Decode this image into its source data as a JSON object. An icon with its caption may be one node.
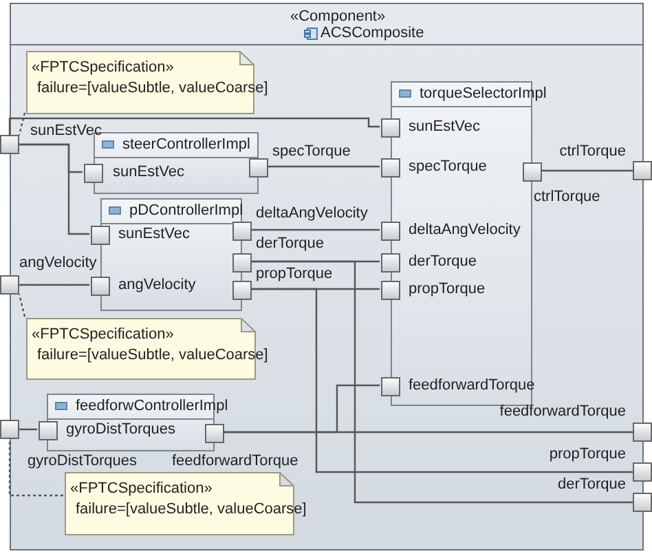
{
  "diagram": {
    "nodes": [
      {
        "text": [
          "«Component»",
          "ACSComposite"
        ]
      },
      {
        "text": [
          "«FPTCSpecification»",
          "failure=[valueSubtle, valueCoarse]"
        ],
        "in": 0
      },
      {
        "text": [],
        "shape": "box"
      },
      {
        "text": [
          "steerControllerImpl"
        ],
        "in": 0
      },
      {
        "text": [],
        "shape": "box",
        "in": 0
      },
      {
        "text": [],
        "shape": "box",
        "in": 0
      },
      {
        "text": [
          "torqueSelectorImpl"
        ],
        "in": 0
      },
      {
        "text": [],
        "shape": "box",
        "in": 0
      },
      {
        "text": [],
        "shape": "box",
        "in": 0
      },
      {
        "text": [],
        "shape": "box",
        "in": 0
      },
      {
        "text": [],
        "shape": "box",
        "in": 0
      },
      {
        "text": [],
        "shape": "box",
        "in": 0
      },
      {
        "text": [],
        "shape": "box",
        "in": 0
      },
      {
        "text": [],
        "shape": "box",
        "in": 0
      },
      {
        "text": [],
        "shape": "box"
      },
      {
        "text": [
          "pDControllerImpl"
        ],
        "in": 0
      },
      {
        "text": [],
        "shape": "box",
        "in": 0
      },
      {
        "text": [],
        "shape": "box",
        "in": 0
      },
      {
        "text": [],
        "shape": "box",
        "in": 0
      },
      {
        "text": [],
        "shape": "box",
        "in": 0
      },
      {
        "text": [],
        "shape": "box",
        "in": 0
      },
      {
        "text": [],
        "shape": "box"
      },
      {
        "text": [
          "«FPTCSpecification»",
          "failure=[valueSubtle, valueCoarse]"
        ],
        "in": 0
      },
      {
        "text": [
          "feedforwControllerImpl"
        ],
        "in": 0
      },
      {
        "text": [],
        "shape": "box",
        "in": 0
      },
      {
        "text": [],
        "shape": "box",
        "in": 0
      },
      {
        "text": [],
        "shape": "box"
      },
      {
        "text": [
          "«FPTCSpecification»",
          "failure=[valueSubtle, valueCoarse]"
        ],
        "in": 0
      },
      {
        "text": [],
        "shape": "box"
      },
      {
        "text": [],
        "shape": "box"
      },
      {
        "text": [],
        "shape": "box"
      }
    ],
    "edges": [
      {
        "from": 2,
        "to": 7,
        "arrow": "none"
      },
      {
        "from": 2,
        "to": 4,
        "arrow": "none"
      },
      {
        "from": 2,
        "to": 16,
        "arrow": "none"
      },
      {
        "from": 5,
        "to": 8,
        "arrow": "none"
      },
      {
        "from": 18,
        "to": 9,
        "arrow": "none"
      },
      {
        "from": 19,
        "to": 10,
        "arrow": "none"
      },
      {
        "from": 20,
        "to": 11,
        "arrow": "none"
      },
      {
        "from": 13,
        "to": 14,
        "arrow": "none"
      },
      {
        "from": 21,
        "to": 17,
        "arrow": "none"
      },
      {
        "from": 19,
        "to": 30,
        "arrow": "none"
      },
      {
        "from": 20,
        "to": 29,
        "arrow": "none"
      },
      {
        "from": 26,
        "to": 24,
        "arrow": "none"
      },
      {
        "from": 25,
        "to": 12,
        "arrow": "none"
      },
      {
        "from": 25,
        "to": 28,
        "arrow": "none"
      },
      {
        "from": 1,
        "to": 2,
        "arrow": "none",
        "style": "dashed"
      },
      {
        "from": 22,
        "to": 21,
        "arrow": "none",
        "style": "dashed"
      },
      {
        "from": 27,
        "to": 26,
        "arrow": "none",
        "style": "dashed"
      }
    ],
    "labels": [
      "sunEstVec",
      "sunEstVec",
      "specTorque",
      "ctrlTorque",
      "specTorque",
      "sunEstVec",
      "ctrlTorque",
      "deltaAngVelocity",
      "deltaAngVelocity",
      "sunEstVec",
      "derTorque",
      "derTorque",
      "angVelocity",
      "propTorque",
      "angVelocity",
      "propTorque",
      "feedforwardTorque",
      "feedforwardTorque",
      "gyroDistTorques",
      "propTorque",
      "gyroDistTorques",
      "feedforwardTorque",
      "derTorque"
    ]
  }
}
